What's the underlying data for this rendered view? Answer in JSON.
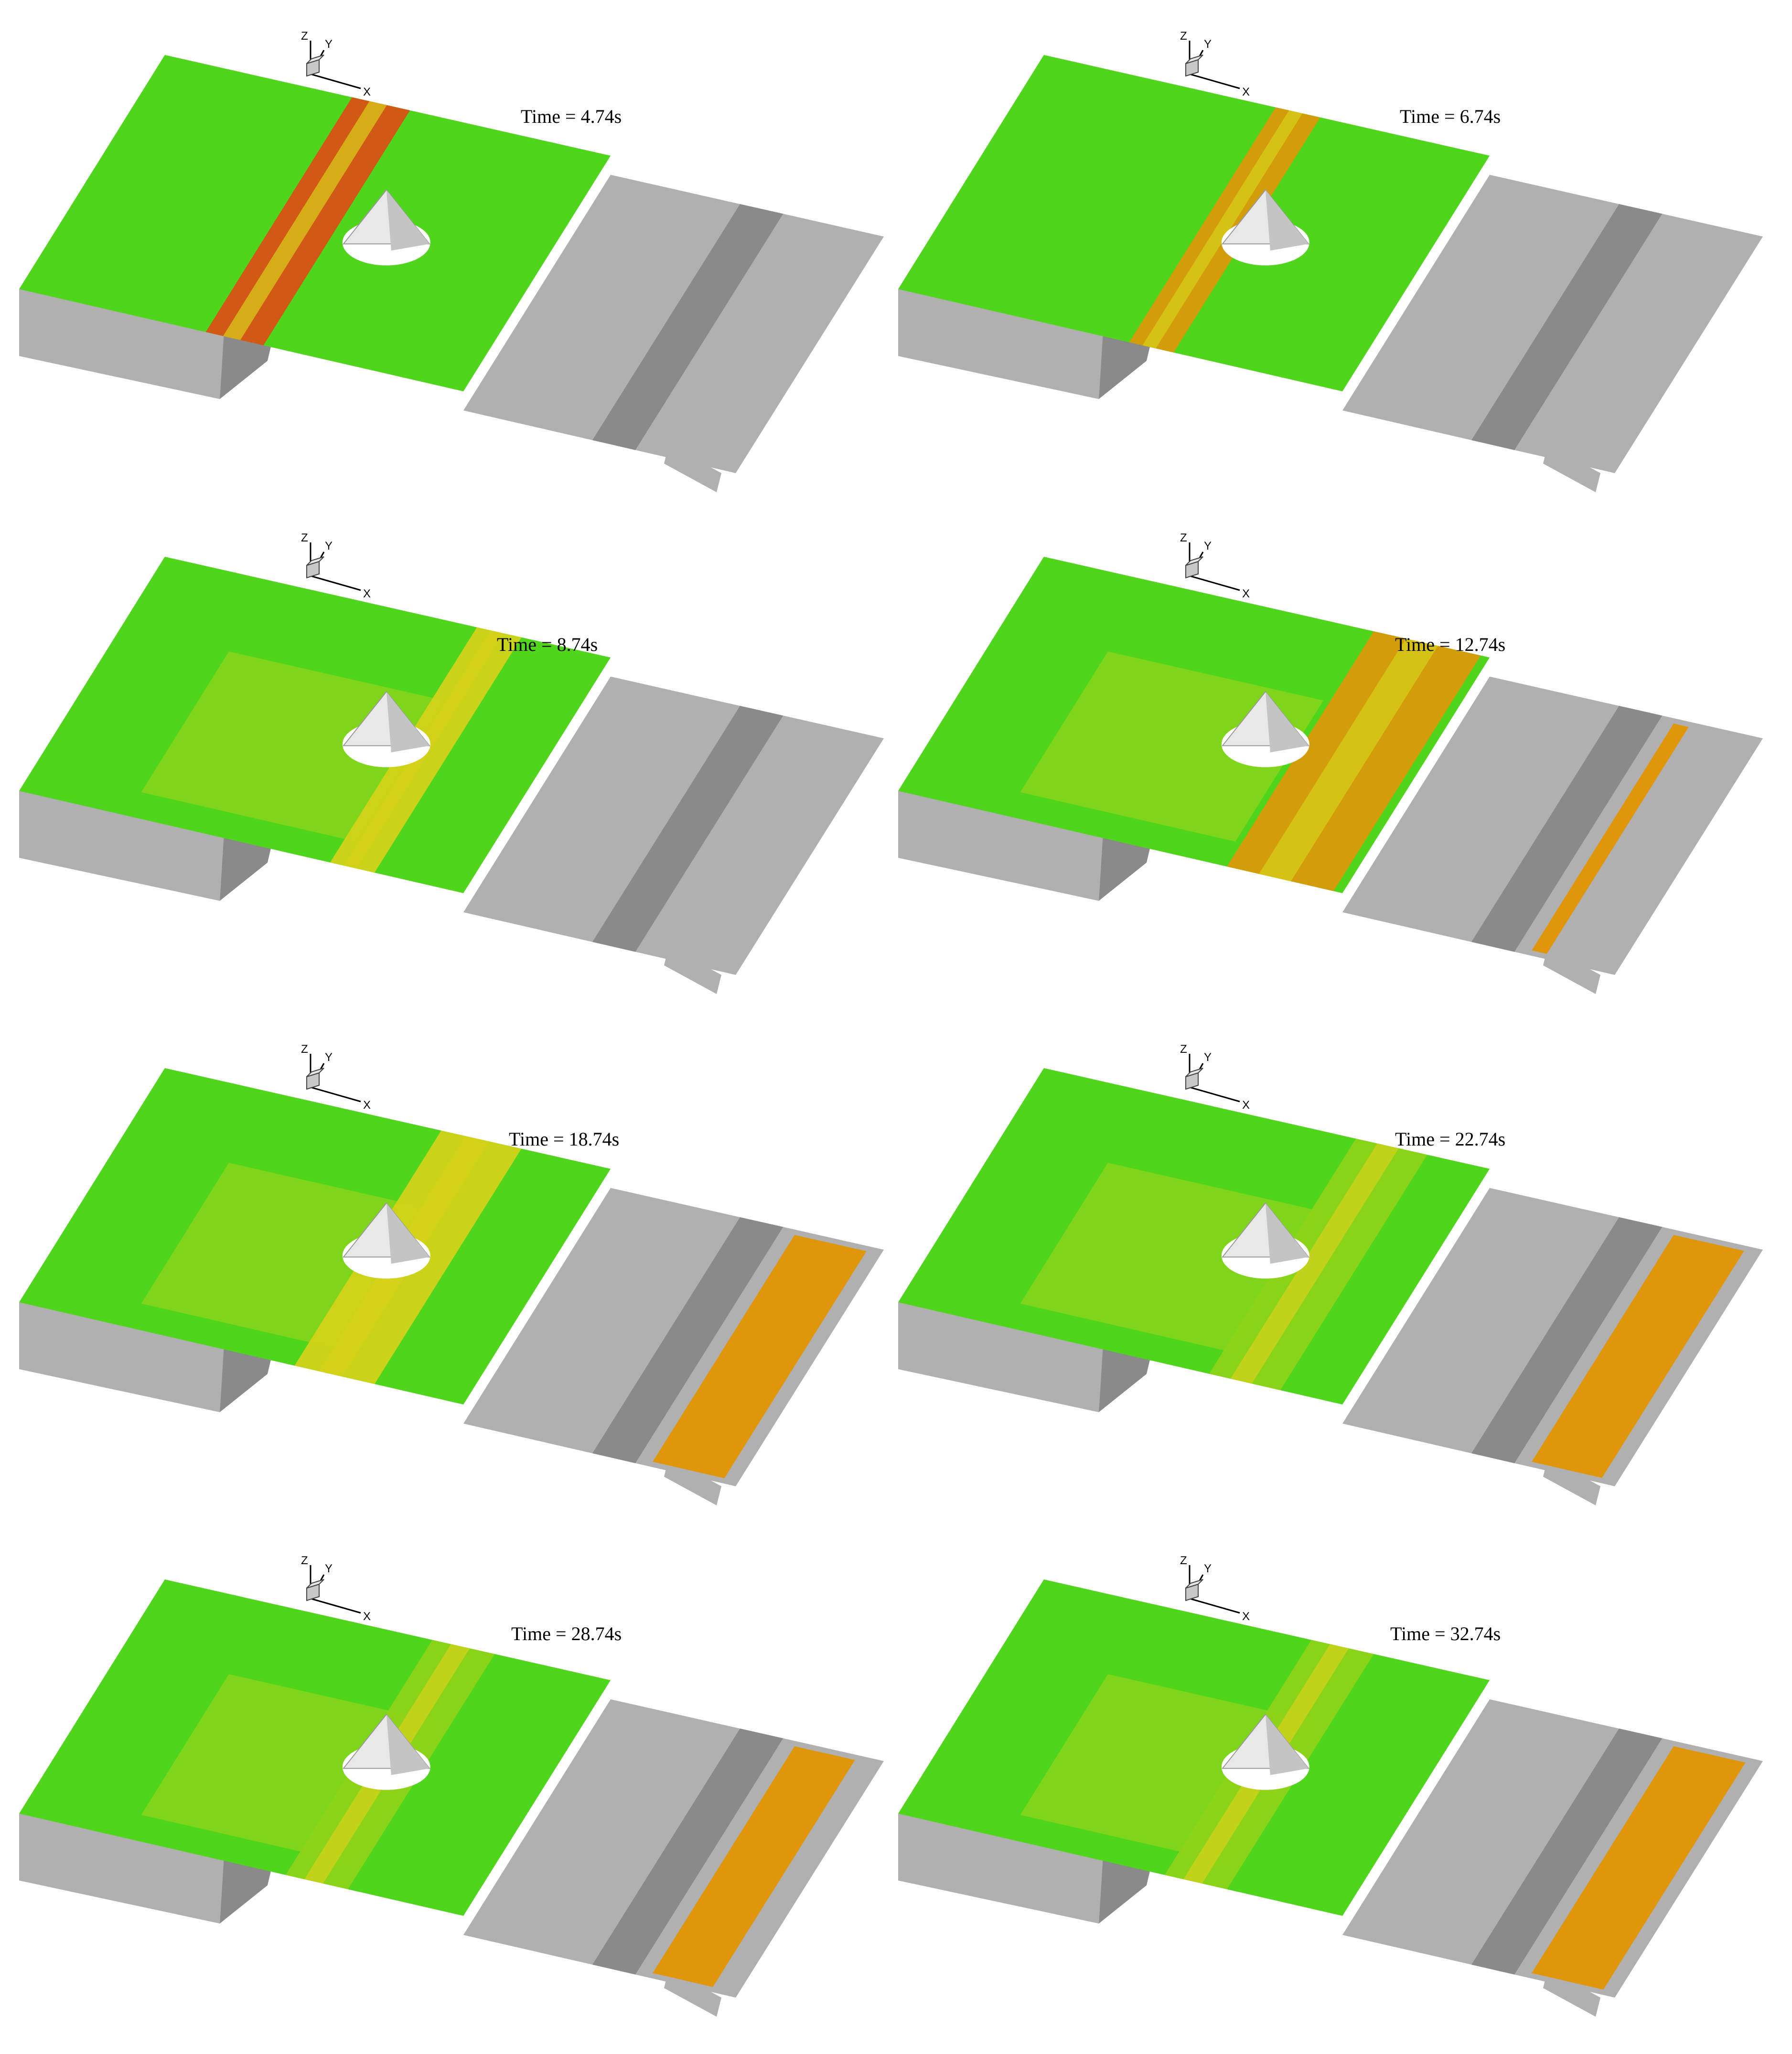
{
  "axis_labels": {
    "x": "X",
    "y": "Y",
    "z": "Z"
  },
  "colors": {
    "bed": "#b0b0b0",
    "bed_dark": "#8a8a8a",
    "water_green": "#4fd51c",
    "water_yellowgreen": "#8fd41a",
    "water_yellow": "#d7d21a",
    "water_orange": "#e0960a",
    "water_red": "#e04a16",
    "cone": "#e8e8e8"
  },
  "panels": [
    {
      "time_label": "Time = 4.74s",
      "front_extent": 0.38,
      "wave_band": [
        0.42,
        0.55
      ],
      "crest_color": "water_red",
      "runup": 0.0
    },
    {
      "time_label": "Time = 6.74s",
      "front_extent": 0.38,
      "wave_band": [
        0.52,
        0.62
      ],
      "crest_color": "water_orange",
      "runup": 0.0
    },
    {
      "time_label": "Time = 8.74s",
      "front_extent": 0.38,
      "wave_band": [
        0.7,
        0.8
      ],
      "crest_color": "water_yellow",
      "runup": 0.0
    },
    {
      "time_label": "Time = 12.74s",
      "front_extent": 0.52,
      "wave_band": [
        0.74,
        0.98
      ],
      "crest_color": "water_orange",
      "runup": 0.06
    },
    {
      "time_label": "Time = 18.74s",
      "front_extent": 0.62,
      "wave_band": [
        0.62,
        0.8
      ],
      "crest_color": "water_yellow",
      "runup": 0.3
    },
    {
      "time_label": "Time = 22.74s",
      "front_extent": 0.56,
      "wave_band": [
        0.7,
        0.86
      ],
      "crest_color": "water_yellowgreen",
      "runup": 0.28
    },
    {
      "time_label": "Time = 28.74s",
      "front_extent": 0.42,
      "wave_band": [
        0.6,
        0.74
      ],
      "crest_color": "water_yellowgreen",
      "runup": 0.24
    },
    {
      "time_label": "Time = 32.74s",
      "front_extent": 0.46,
      "wave_band": [
        0.6,
        0.74
      ],
      "crest_color": "water_yellowgreen",
      "runup": 0.3
    }
  ]
}
